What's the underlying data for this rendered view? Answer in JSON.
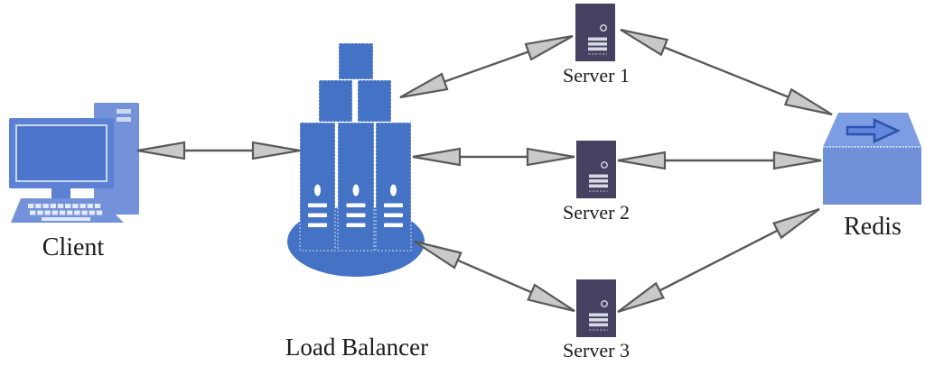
{
  "diagram": {
    "type": "architecture",
    "nodes": {
      "client": {
        "label": "Client"
      },
      "load_balancer": {
        "label": "Load Balancer"
      },
      "server1": {
        "label": "Server 1"
      },
      "server2": {
        "label": "Server 2"
      },
      "server3": {
        "label": "Server 3"
      },
      "redis": {
        "label": "Redis"
      }
    },
    "edges": [
      {
        "from": "Client",
        "to": "Load Balancer",
        "type": "bidirectional"
      },
      {
        "from": "Load Balancer",
        "to": "Server 1",
        "type": "bidirectional"
      },
      {
        "from": "Load Balancer",
        "to": "Server 2",
        "type": "bidirectional"
      },
      {
        "from": "Load Balancer",
        "to": "Server 3",
        "type": "bidirectional"
      },
      {
        "from": "Server 1",
        "to": "Redis",
        "type": "bidirectional"
      },
      {
        "from": "Server 2",
        "to": "Redis",
        "type": "bidirectional"
      },
      {
        "from": "Server 3",
        "to": "Redis",
        "type": "bidirectional"
      }
    ],
    "colors": {
      "primary_blue": "#4472c4",
      "client_light": "#7492da",
      "monitor_frame": "#5c81d3",
      "monitor_screen": "#4d75cb",
      "server_purple": "#464161",
      "redis_front": "#7091d8",
      "redis_top": "#7d9de2",
      "redis_arrow": "#2b54ae",
      "connector_fill": "#c9c9c9",
      "connector_stroke": "#595959",
      "label_color": "#1c1c1c"
    }
  }
}
